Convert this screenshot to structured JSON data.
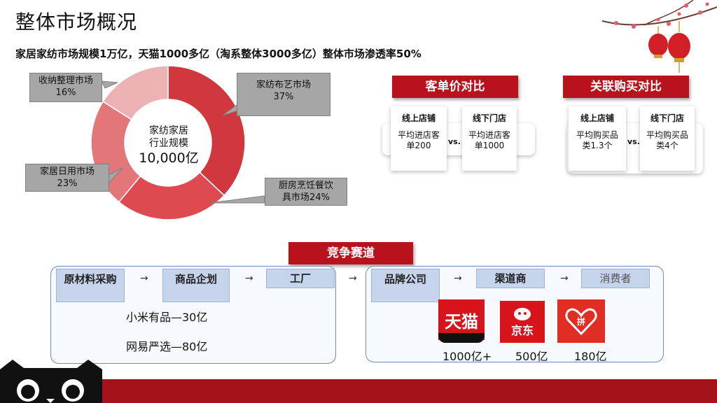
{
  "page": {
    "title": "整体市场概况",
    "subtitle": "家居家纺市场规模1万亿，天猫1000多亿（淘系整体3000多亿）整体市场渗透率50%"
  },
  "donut": {
    "center_line1": "家纺家居",
    "center_line2": "行业规模",
    "center_value": "10,000亿",
    "callouts": {
      "storage": {
        "line1": "收纳整理市场",
        "line2": "16%"
      },
      "textile": {
        "line1": "家纺布艺市场",
        "line2": "37%"
      },
      "daily": {
        "line1": "家居日用市场",
        "line2": "23%"
      },
      "kitchen": {
        "line1": "厨房烹饪餐饮",
        "line2": "具市场24%"
      }
    }
  },
  "chart_data": {
    "type": "pie",
    "categories": [
      "家纺布艺市场",
      "厨房烹饪餐饮具市场",
      "家居日用市场",
      "收纳整理市场"
    ],
    "values": [
      37,
      24,
      23,
      16
    ],
    "colors": [
      "#d0383d",
      "#dd4a50",
      "#e27679",
      "#ebb1b3"
    ],
    "center_text": "家纺家居 行业规模 10,000亿"
  },
  "compare1": {
    "header": "客单价对比",
    "online_label": "线上店铺",
    "online_value": "平均进店客单200",
    "vs": "vs.",
    "offline_label": "线下门店",
    "offline_value": "平均进店客单1000"
  },
  "compare2": {
    "header": "关联购买对比",
    "online_label": "线上店铺",
    "online_value": "平均购买品类1.3个",
    "vs": "vs.",
    "offline_label": "线下门店",
    "offline_value": "平均购买品类4个"
  },
  "competition": {
    "header": "竞争赛道",
    "steps": {
      "raw": "原材料采购",
      "product": "商品企划",
      "factory": "工厂",
      "brand": "品牌公司",
      "channel": "渠道商",
      "consumer": "消费者"
    },
    "left_items": [
      "小米有品—30亿",
      "网易严选—80亿"
    ],
    "platforms": [
      {
        "name": "天猫",
        "value": "1000亿+"
      },
      {
        "name": "京东",
        "value": "500亿"
      },
      {
        "name": "拼",
        "value": "180亿"
      }
    ],
    "arrow": "→"
  },
  "colors": {
    "brand_red": "#b8131c",
    "bottom_bar": "#a5121b",
    "step_blue": "#c5d4ea"
  }
}
